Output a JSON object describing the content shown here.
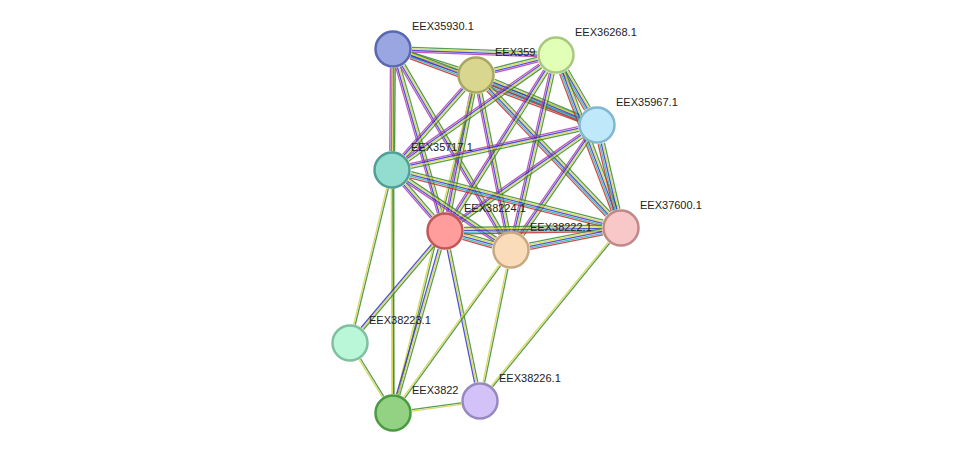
{
  "diagram": {
    "nodes": [
      {
        "text": [
          "EEX35930.1"
        ]
      },
      {
        "text": [
          "EEX359"
        ]
      },
      {
        "text": [
          "EEX36268.1"
        ]
      },
      {
        "text": [
          "EEX35967.1"
        ]
      },
      {
        "text": [
          "EEX35717.1"
        ]
      },
      {
        "text": [
          "EEX38224.1"
        ]
      },
      {
        "text": [
          "EEX38222.1"
        ]
      },
      {
        "text": [
          "EEX37600.1"
        ]
      },
      {
        "text": [
          "EEX38223.1"
        ]
      },
      {
        "text": [
          "EEX3822"
        ]
      },
      {
        "text": [
          "EEX38226.1"
        ]
      }
    ],
    "edges": [
      {
        "from": 0,
        "to": 1,
        "arrow": "none"
      },
      {
        "from": 0,
        "to": 2,
        "arrow": "none"
      },
      {
        "from": 0,
        "to": 3,
        "arrow": "none"
      },
      {
        "from": 0,
        "to": 4,
        "arrow": "none"
      },
      {
        "from": 0,
        "to": 5,
        "arrow": "none"
      },
      {
        "from": 0,
        "to": 6,
        "arrow": "none"
      },
      {
        "from": 0,
        "to": 9,
        "arrow": "none"
      },
      {
        "from": 1,
        "to": 2,
        "arrow": "none"
      },
      {
        "from": 1,
        "to": 3,
        "arrow": "none"
      },
      {
        "from": 1,
        "to": 4,
        "arrow": "none"
      },
      {
        "from": 1,
        "to": 5,
        "arrow": "none"
      },
      {
        "from": 1,
        "to": 6,
        "arrow": "none"
      },
      {
        "from": 1,
        "to": 7,
        "arrow": "none"
      },
      {
        "from": 1,
        "to": 9,
        "arrow": "none"
      },
      {
        "from": 2,
        "to": 3,
        "arrow": "none"
      },
      {
        "from": 2,
        "to": 4,
        "arrow": "none"
      },
      {
        "from": 2,
        "to": 5,
        "arrow": "none"
      },
      {
        "from": 2,
        "to": 6,
        "arrow": "none"
      },
      {
        "from": 2,
        "to": 7,
        "arrow": "none"
      },
      {
        "from": 3,
        "to": 4,
        "arrow": "none"
      },
      {
        "from": 3,
        "to": 5,
        "arrow": "none"
      },
      {
        "from": 3,
        "to": 6,
        "arrow": "none"
      },
      {
        "from": 3,
        "to": 7,
        "arrow": "none"
      },
      {
        "from": 4,
        "to": 5,
        "arrow": "none"
      },
      {
        "from": 4,
        "to": 6,
        "arrow": "none"
      },
      {
        "from": 4,
        "to": 7,
        "arrow": "none"
      },
      {
        "from": 4,
        "to": 8,
        "arrow": "none"
      },
      {
        "from": 4,
        "to": 9,
        "arrow": "none"
      },
      {
        "from": 5,
        "to": 6,
        "arrow": "none"
      },
      {
        "from": 5,
        "to": 7,
        "arrow": "none"
      },
      {
        "from": 5,
        "to": 8,
        "arrow": "none"
      },
      {
        "from": 5,
        "to": 9,
        "arrow": "none"
      },
      {
        "from": 5,
        "to": 10,
        "arrow": "none"
      },
      {
        "from": 6,
        "to": 7,
        "arrow": "none"
      },
      {
        "from": 6,
        "to": 9,
        "arrow": "none"
      },
      {
        "from": 6,
        "to": 10,
        "arrow": "none"
      },
      {
        "from": 7,
        "to": 10,
        "arrow": "none"
      },
      {
        "from": 8,
        "to": 9,
        "arrow": "none"
      },
      {
        "from": 9,
        "to": 10,
        "arrow": "none"
      }
    ]
  }
}
